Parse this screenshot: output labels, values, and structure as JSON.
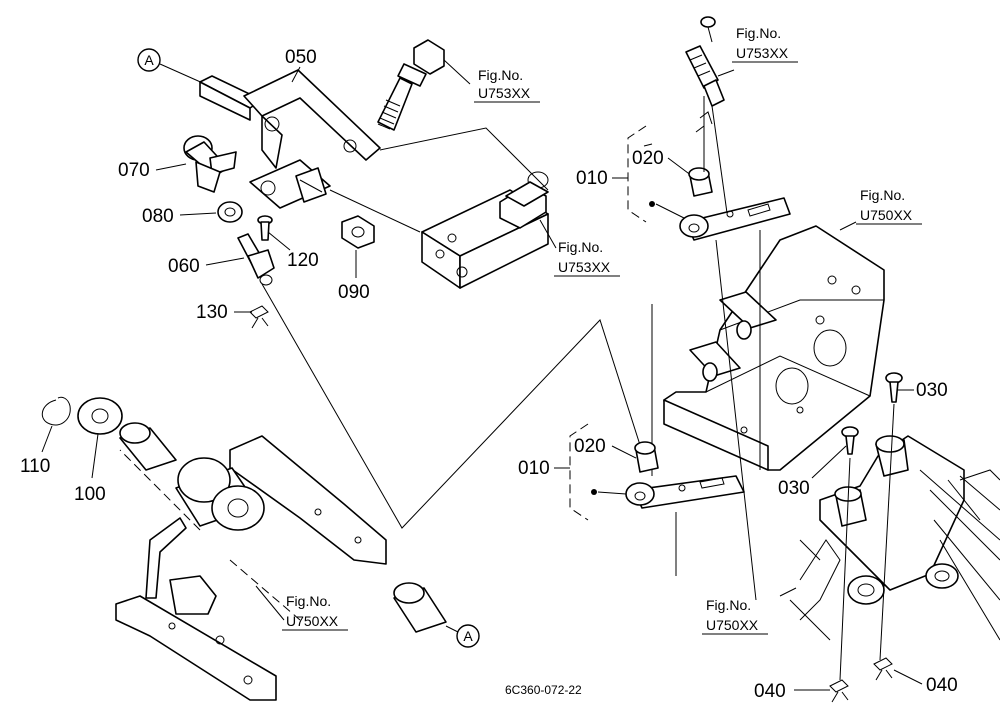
{
  "callouts": {
    "a_top": "A",
    "a_bottom": "A"
  },
  "parts": {
    "p050": "050",
    "p070": "070",
    "p080": "080",
    "p060": "060",
    "p120": "120",
    "p090": "090",
    "p130": "130",
    "p110": "110",
    "p100": "100",
    "p010_top": "010",
    "p020_top": "020",
    "p010_bottom": "010",
    "p020_bottom": "020",
    "p030_right": "030",
    "p030_middle": "030",
    "p040_left": "040",
    "p040_right": "040"
  },
  "references": {
    "ref_u753_bolt": [
      "Fig.No.",
      "U753XX"
    ],
    "ref_u753_topright": [
      "Fig.No.",
      "U753XX"
    ],
    "ref_u753_block": [
      "Fig.No.",
      "U753XX"
    ],
    "ref_u750_plate": [
      "Fig.No.",
      "U750XX"
    ],
    "ref_u750_pedal": [
      "Fig.No.",
      "U750XX"
    ],
    "ref_u750_housing": [
      "Fig.No.",
      "U750XX"
    ]
  },
  "drawing_code": "6C360-072-22"
}
